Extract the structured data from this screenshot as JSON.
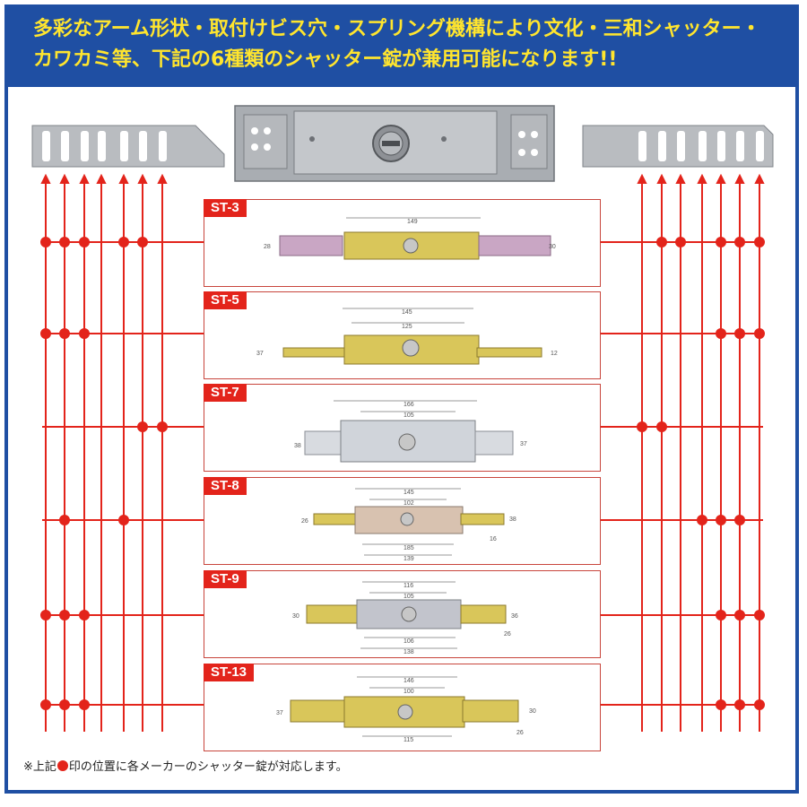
{
  "header": {
    "line1": "多彩なアーム形状・取付けビス穴・スプリング機構により文化・三和シャッター・",
    "line2": "カワカミ等、下記の6種類のシャッター錠が兼用可能になります!!"
  },
  "models": [
    {
      "name": "ST-3",
      "dims": [
        "149",
        "28",
        "30"
      ]
    },
    {
      "name": "ST-5",
      "dims": [
        "145",
        "125",
        "37",
        "12"
      ]
    },
    {
      "name": "ST-7",
      "dims": [
        "166",
        "105",
        "38",
        "37"
      ]
    },
    {
      "name": "ST-8",
      "dims": [
        "145",
        "102",
        "185",
        "139",
        "26",
        "38",
        "16"
      ]
    },
    {
      "name": "ST-9",
      "dims": [
        "116",
        "105",
        "106",
        "138",
        "30",
        "36",
        "26"
      ]
    },
    {
      "name": "ST-13",
      "dims": [
        "146",
        "100",
        "115",
        "37",
        "30",
        "26"
      ]
    }
  ],
  "footnote": {
    "prefix": "※上記",
    "suffix": "印の位置に各メーカーのシャッター錠が対応します。"
  }
}
